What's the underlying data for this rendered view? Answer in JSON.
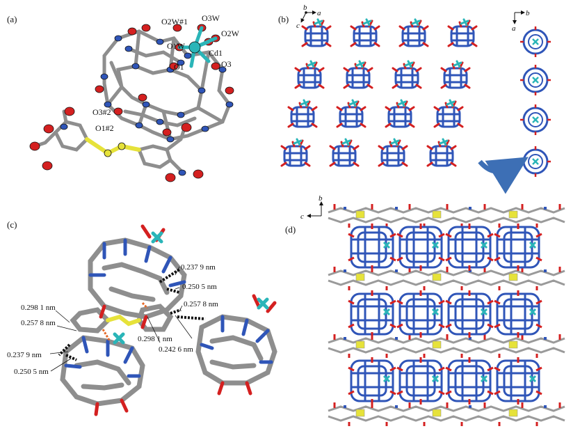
{
  "panels": {
    "a": {
      "label": "(a)",
      "atoms": [
        "O2W#1",
        "O3W",
        "O2W",
        "O1W",
        "Cd1",
        "O1",
        "O3",
        "O3#2",
        "O1#2"
      ]
    },
    "b": {
      "label": "(b)",
      "axes_left": [
        "b",
        "a",
        "c"
      ],
      "axes_right": [
        "b",
        "a"
      ]
    },
    "c": {
      "label": "(c)",
      "distances": [
        "0.237 9 nm",
        "0.250 5 nm",
        "0.257 8 nm",
        "0.298 1 nm",
        "0.257 8 nm",
        "0.298 1 nm",
        "0.242 6 nm",
        "0.237 9 nm",
        "0.250 5 nm"
      ]
    },
    "d": {
      "label": "(d)",
      "axes": [
        "b",
        "c"
      ]
    }
  },
  "colors": {
    "carbon": "#9a9a9a",
    "nitrogen": "#2f55b8",
    "oxygen": "#d42020",
    "sulfur": "#e6e23a",
    "cadmium": "#2ab5b8",
    "hbond": "#111111",
    "pi": "#e46a2a",
    "arrow": "#3d6fb5"
  }
}
